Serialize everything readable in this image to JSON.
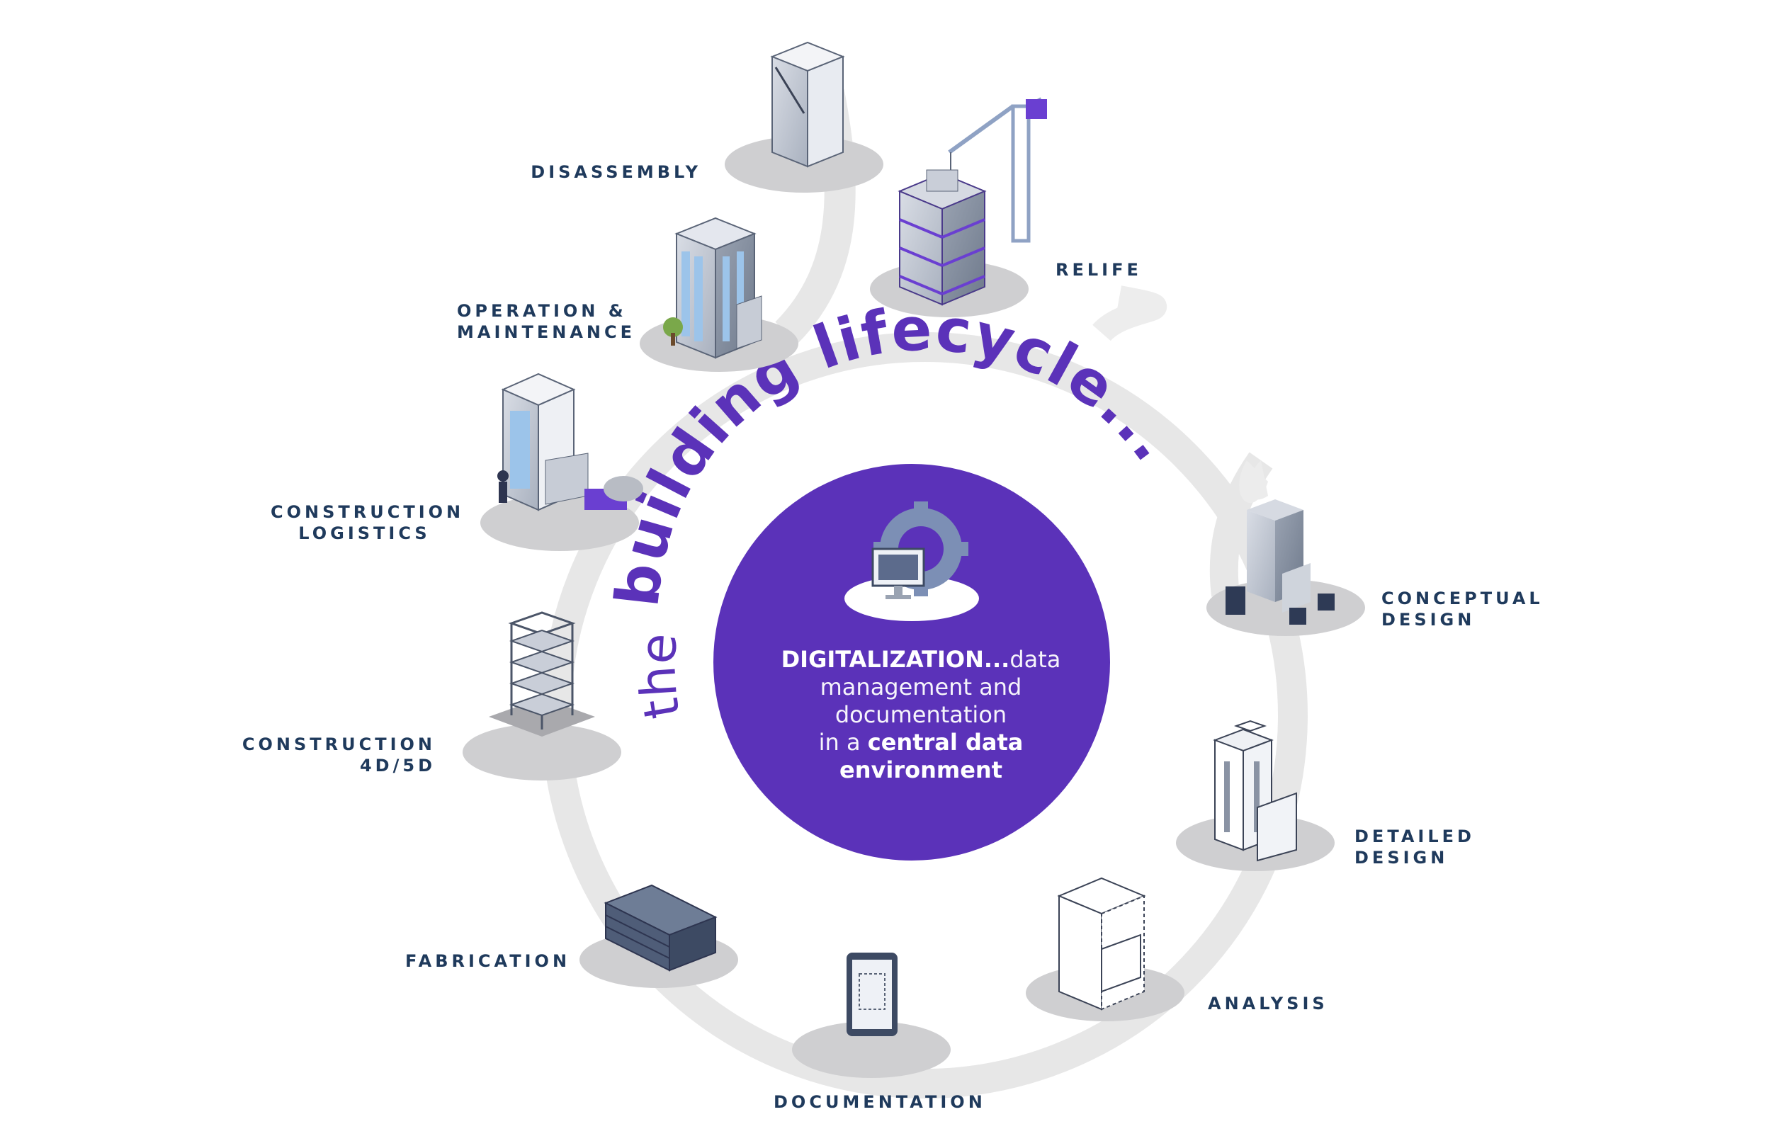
{
  "title": {
    "prefix": "the",
    "main": "building lifecycle..."
  },
  "center": {
    "line1_bold": "DIGITALIZATION...",
    "line1_rest": "data",
    "line2": "management and",
    "line3": "documentation",
    "line4_pre": "in a ",
    "line4_bold": "central data",
    "line5_bold": "environment"
  },
  "stages": [
    {
      "id": "disassembly",
      "lines": [
        "DISASSEMBLY"
      ]
    },
    {
      "id": "relife",
      "lines": [
        "RELIFE"
      ]
    },
    {
      "id": "operation",
      "lines": [
        "OPERATION &",
        "MAINTENANCE"
      ]
    },
    {
      "id": "construction-logistics",
      "lines": [
        "CONSTRUCTION",
        "LOGISTICS"
      ]
    },
    {
      "id": "construction-4d5d",
      "lines": [
        "CONSTRUCTION",
        "4D/5D"
      ]
    },
    {
      "id": "fabrication",
      "lines": [
        "FABRICATION"
      ]
    },
    {
      "id": "documentation",
      "lines": [
        "DOCUMENTATION"
      ]
    },
    {
      "id": "analysis",
      "lines": [
        "ANALYSIS"
      ]
    },
    {
      "id": "detailed-design",
      "lines": [
        "DETAILED",
        "DESIGN"
      ]
    },
    {
      "id": "conceptual-design",
      "lines": [
        "CONCEPTUAL",
        "DESIGN"
      ]
    }
  ],
  "colors": {
    "purple": "#5b32b9",
    "navy": "#1f3a5c",
    "ring": "#e6e6e6",
    "pad": "#cfcfd1"
  }
}
